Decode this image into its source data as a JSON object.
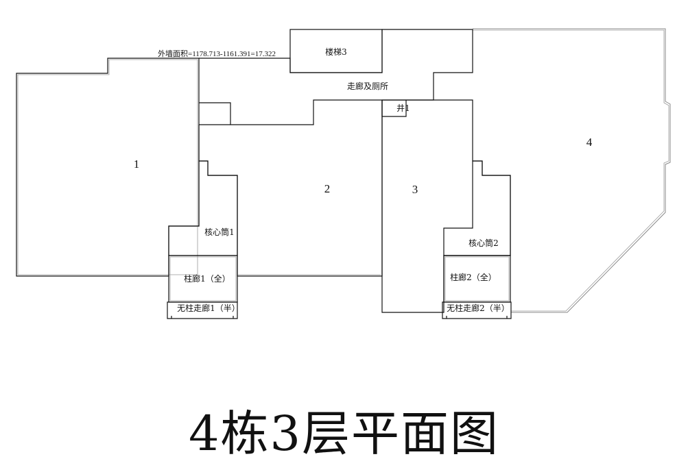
{
  "title": "4栋3层平面图",
  "note": "外墙面积=1178.713-1161.391=17.322",
  "rooms": {
    "r1": "1",
    "r2": "2",
    "r3": "3",
    "r4": "4",
    "stair3": "楼梯3",
    "corridor_wc": "走廊及厕所",
    "shaft1": "井1",
    "core1": "核心筒1",
    "core2": "核心筒2",
    "colonnade1": "柱廊1（全）",
    "colonnade2": "柱廊2（全）",
    "open_corridor1": "无柱走廊1（半）",
    "open_corridor2": "无柱走廊2（半）"
  }
}
